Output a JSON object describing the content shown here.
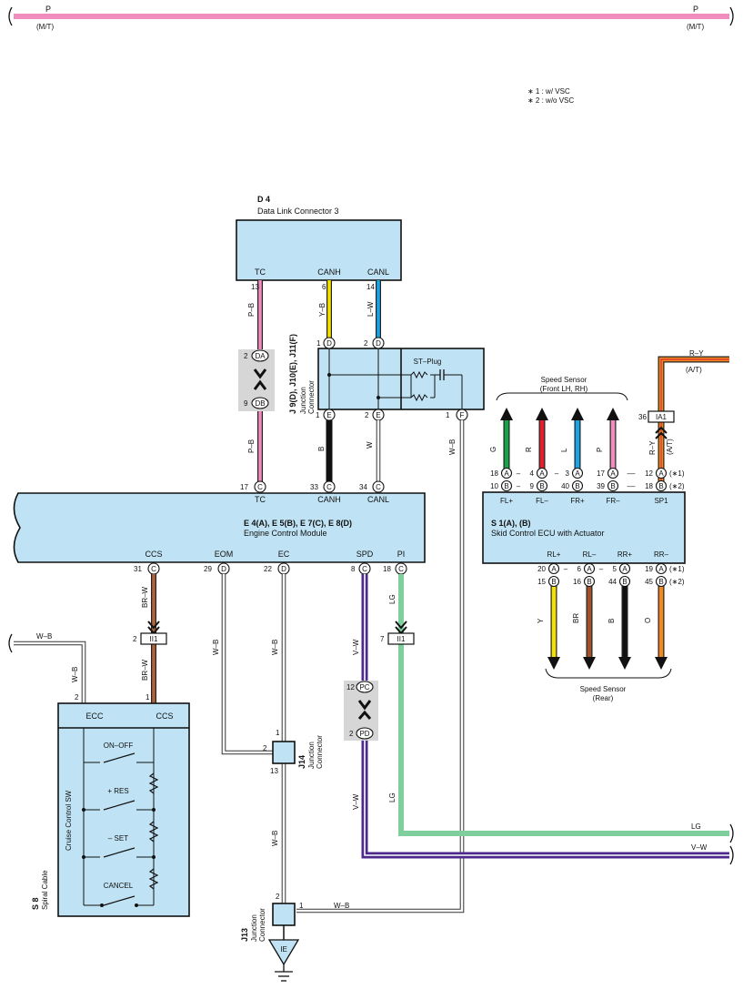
{
  "top_bus": {
    "color_left": "P",
    "note_left": "(M/T)",
    "color_right": "P",
    "note_right": "(M/T)"
  },
  "notes": [
    "∗ 1 : w/ VSC",
    "∗ 2 : w/o VSC"
  ],
  "d4": {
    "code": "D 4",
    "name": "Data Link Connector 3",
    "pins": [
      "TC",
      "CANH",
      "CANL"
    ],
    "pin_numbers": [
      "13",
      "6",
      "14"
    ]
  },
  "wire_colors": {
    "tc": "P–B",
    "canh_top": "Y–B",
    "canl_top": "L–W",
    "canh_bottom": "B",
    "canl_bottom": "W",
    "wb": "W–B",
    "ccs": "BR–W",
    "spd": "V–W",
    "pi": "LG",
    "sp1": "R–Y",
    "sp1_note": "(A/T)"
  },
  "junctions": {
    "da": {
      "id": "DA",
      "pin": "2"
    },
    "db": {
      "id": "DB",
      "pin": "9"
    },
    "pc": {
      "id": "PC",
      "pin": "12"
    },
    "pd": {
      "id": "PD",
      "pin": "2"
    },
    "ii1_ccs": {
      "id": "II1",
      "pin": "2"
    },
    "ii1_pi": {
      "id": "II1",
      "pin": "7"
    }
  },
  "j9": {
    "code": "J 9(D), J10(E), J11(F)",
    "name_1": "Junction",
    "name_2": "Connector",
    "st_plug": "ST–Plug",
    "pins_top": [
      {
        "num": "1",
        "letter": "D"
      },
      {
        "num": "2",
        "letter": "D"
      }
    ],
    "pins_bottom": [
      {
        "num": "1",
        "letter": "E"
      },
      {
        "num": "2",
        "letter": "E"
      },
      {
        "num": "1",
        "letter": "F"
      }
    ]
  },
  "ecm": {
    "code": "E 4(A), E 5(B), E 7(C), E 8(D)",
    "name": "Engine Control Module",
    "top_pins": [
      "TC",
      "CANH",
      "CANL"
    ],
    "top_pin_letters": [
      "C",
      "C",
      "C"
    ],
    "top_pin_numbers": [
      "17",
      "33",
      "34"
    ],
    "bottom_pins": [
      "CCS",
      "EOM",
      "EC",
      "SPD",
      "PI"
    ],
    "bottom_pin_letters": [
      "C",
      "D",
      "D",
      "C",
      "C"
    ],
    "bottom_pin_numbers": [
      "31",
      "29",
      "22",
      "8",
      "18"
    ]
  },
  "j14": {
    "code": "J14",
    "name_1": "Junction",
    "name_2": "Connector",
    "pins": [
      "1",
      "2",
      "13"
    ]
  },
  "j13": {
    "code": "J13",
    "name_1": "Junction",
    "name_2": "Connector",
    "pins": [
      "2",
      "1"
    ],
    "ground": "IE"
  },
  "s8": {
    "code": "S 8",
    "name": "Spiral Cable",
    "inner_name": "Cruise Control SW",
    "headers": [
      "ECC",
      "CCS"
    ],
    "pins": [
      "2",
      "1"
    ],
    "switches": [
      "ON–OFF",
      "+ RES",
      "– SET",
      "CANCEL"
    ]
  },
  "s1": {
    "code": "S 1(A), (B)",
    "name": "Skid Control ECU with Actuator",
    "top_pins": [
      "FL+",
      "FL–",
      "FR+",
      "FR–",
      "SP1"
    ],
    "bottom_pins": [
      "RL+",
      "RL–",
      "RR+",
      "RR–"
    ],
    "front_sensor_label": [
      "Speed Sensor",
      "(Front LH,  RH)"
    ],
    "rear_sensor_label": [
      "Speed Sensor",
      "(Rear)"
    ],
    "ia1": {
      "id": "IA1",
      "pin": "36"
    },
    "front_wires": [
      {
        "color_label": "G",
        "color": "#16a34a"
      },
      {
        "color_label": "R",
        "color": "#e0202a"
      },
      {
        "color_label": "L",
        "color": "#1ea4e6"
      },
      {
        "color_label": "P",
        "color": "#f08cbe"
      }
    ],
    "rear_wires": [
      {
        "color_label": "Y",
        "color": "#f5e000"
      },
      {
        "color_label": "BR",
        "color": "#a0522d"
      },
      {
        "color_label": "B",
        "color": "#111111"
      },
      {
        "color_label": "O",
        "color": "#f08a1e"
      }
    ],
    "top_rows": [
      [
        "18",
        "A",
        "–",
        "4",
        "A",
        "–",
        "3",
        "A",
        "17",
        "A",
        "––",
        "12",
        "A",
        "(∗1)"
      ],
      [
        "10",
        "B",
        "–",
        "9",
        "B",
        "",
        "40",
        "B",
        "39",
        "B",
        "––",
        "18",
        "B",
        "(∗2)"
      ]
    ],
    "bottom_rows": [
      [
        "20",
        "A",
        "–",
        "6",
        "A",
        "–",
        "5",
        "A",
        "19",
        "A",
        "(∗1)"
      ],
      [
        "15",
        "B",
        "",
        "16",
        "B",
        "",
        "44",
        "B",
        "45",
        "B",
        "(∗2)"
      ]
    ]
  }
}
